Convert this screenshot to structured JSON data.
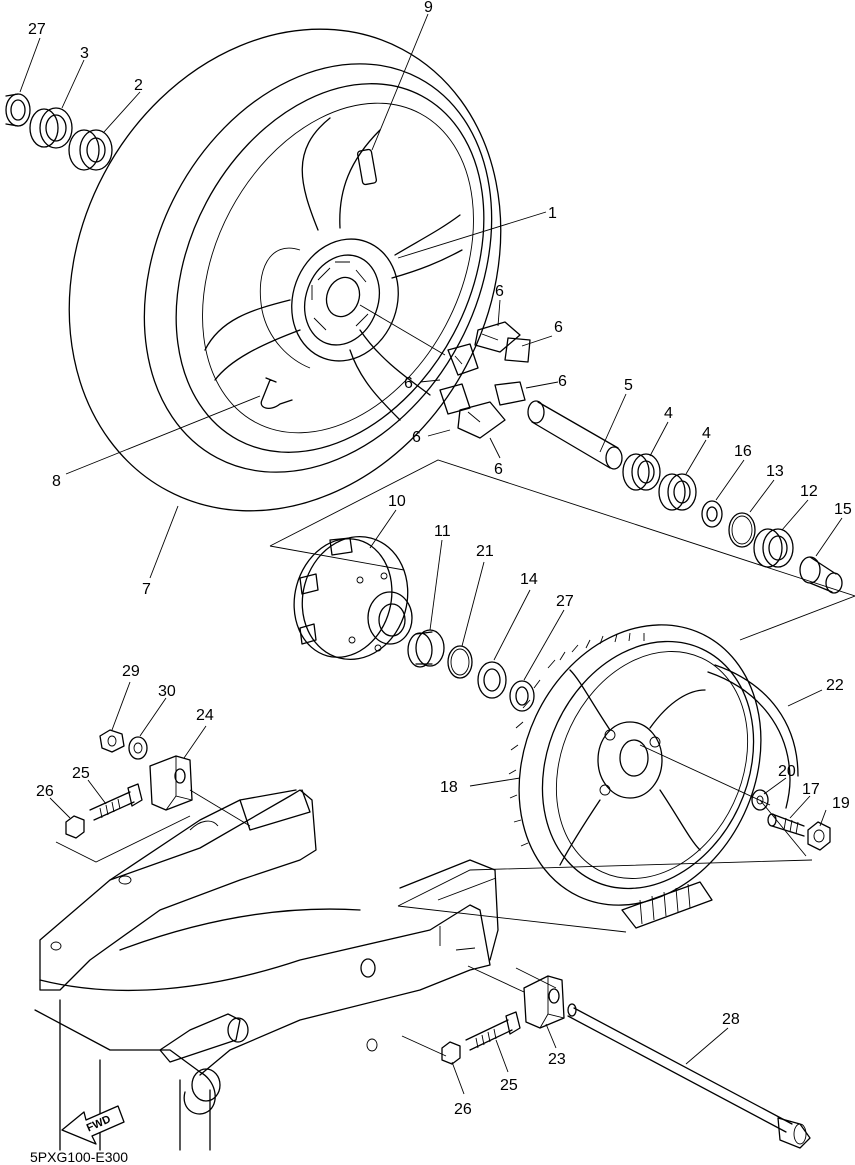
{
  "diagram": {
    "drawing_code": "5PXG100-E300",
    "fwd_label": "FWD",
    "callouts": [
      {
        "id": "c27a",
        "text": "27"
      },
      {
        "id": "c3",
        "text": "3"
      },
      {
        "id": "c2",
        "text": "2"
      },
      {
        "id": "c9",
        "text": "9"
      },
      {
        "id": "c1",
        "text": "1"
      },
      {
        "id": "c6a",
        "text": "6"
      },
      {
        "id": "c6b",
        "text": "6"
      },
      {
        "id": "c6c",
        "text": "6"
      },
      {
        "id": "c6d",
        "text": "6"
      },
      {
        "id": "c6e",
        "text": "6"
      },
      {
        "id": "c6f",
        "text": "6"
      },
      {
        "id": "c5",
        "text": "5"
      },
      {
        "id": "c4a",
        "text": "4"
      },
      {
        "id": "c4b",
        "text": "4"
      },
      {
        "id": "c16",
        "text": "16"
      },
      {
        "id": "c13",
        "text": "13"
      },
      {
        "id": "c12",
        "text": "12"
      },
      {
        "id": "c15",
        "text": "15"
      },
      {
        "id": "c8",
        "text": "8"
      },
      {
        "id": "c7",
        "text": "7"
      },
      {
        "id": "c10",
        "text": "10"
      },
      {
        "id": "c11",
        "text": "11"
      },
      {
        "id": "c21",
        "text": "21"
      },
      {
        "id": "c14",
        "text": "14"
      },
      {
        "id": "c27b",
        "text": "27"
      },
      {
        "id": "c22",
        "text": "22"
      },
      {
        "id": "c29",
        "text": "29"
      },
      {
        "id": "c30",
        "text": "30"
      },
      {
        "id": "c24",
        "text": "24"
      },
      {
        "id": "c25a",
        "text": "25"
      },
      {
        "id": "c26a",
        "text": "26"
      },
      {
        "id": "c18",
        "text": "18"
      },
      {
        "id": "c20",
        "text": "20"
      },
      {
        "id": "c17",
        "text": "17"
      },
      {
        "id": "c19",
        "text": "19"
      },
      {
        "id": "c28",
        "text": "28"
      },
      {
        "id": "c23",
        "text": "23"
      },
      {
        "id": "c25b",
        "text": "25"
      },
      {
        "id": "c26b",
        "text": "26"
      }
    ]
  }
}
